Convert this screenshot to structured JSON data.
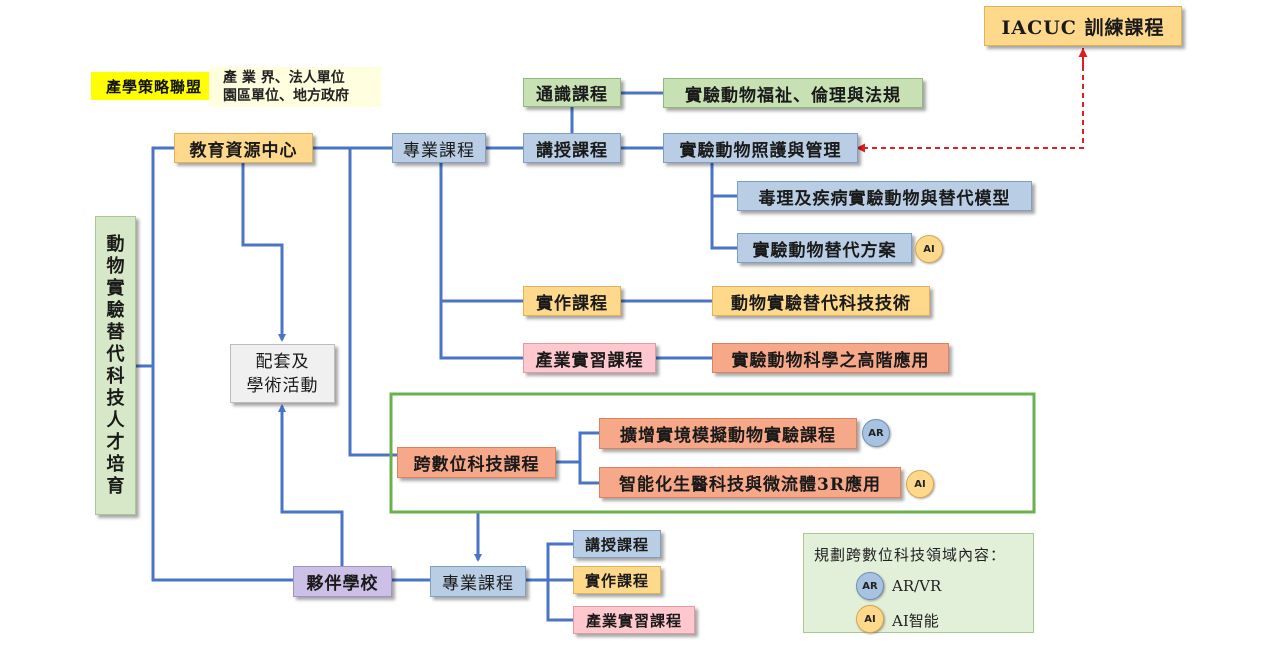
{
  "nodes": {
    "iacuc": "IACUC 訓練課程",
    "alliance_tag": "產學策略聯盟",
    "alliance_line1": "產 業 界、法人單位",
    "alliance_line2": "園區單位、地方政府",
    "talent": [
      "動",
      "物",
      "實",
      "驗",
      "替",
      "代",
      "科",
      "技",
      "人",
      "才",
      "培",
      "育"
    ],
    "edu_center": "教育資源中心",
    "prof_course": "專業課程",
    "general_course": "通識課程",
    "lecture_course": "講授課程",
    "welfare": "實驗動物福祉、倫理與法規",
    "care_mgmt": "實驗動物照護與管理",
    "toxicology": "毒理及疾病實驗動物與替代模型",
    "alt_plan": "實驗動物替代方案",
    "practice_course": "實作課程",
    "alt_tech": "動物實驗替代科技技術",
    "industry_intern": "產業實習課程",
    "advanced_app": "實驗動物科學之高階應用",
    "support_line1": "配套及",
    "support_line2": "學術活動",
    "cross_digital": "跨數位科技課程",
    "ar_course": "擴增實境模擬動物實驗課程",
    "smart_bio": "智能化生醫科技與微流體3R應用",
    "partner_school": "夥伴學校",
    "prof_course_2": "專業課程",
    "lecture_course_2": "講授課程",
    "practice_course_2": "實作課程",
    "intern_course_2": "產業實習課程"
  },
  "badges": {
    "ar": "AR",
    "ai": "AI"
  },
  "legend": {
    "title": "規劃跨數位科技領域內容：",
    "ar_label": "AR/VR",
    "ai_label": "AI智能"
  },
  "colors": {
    "connector": "#4a74c4",
    "dashed_arrow": "#e02020",
    "frame": "#6ab04c"
  }
}
